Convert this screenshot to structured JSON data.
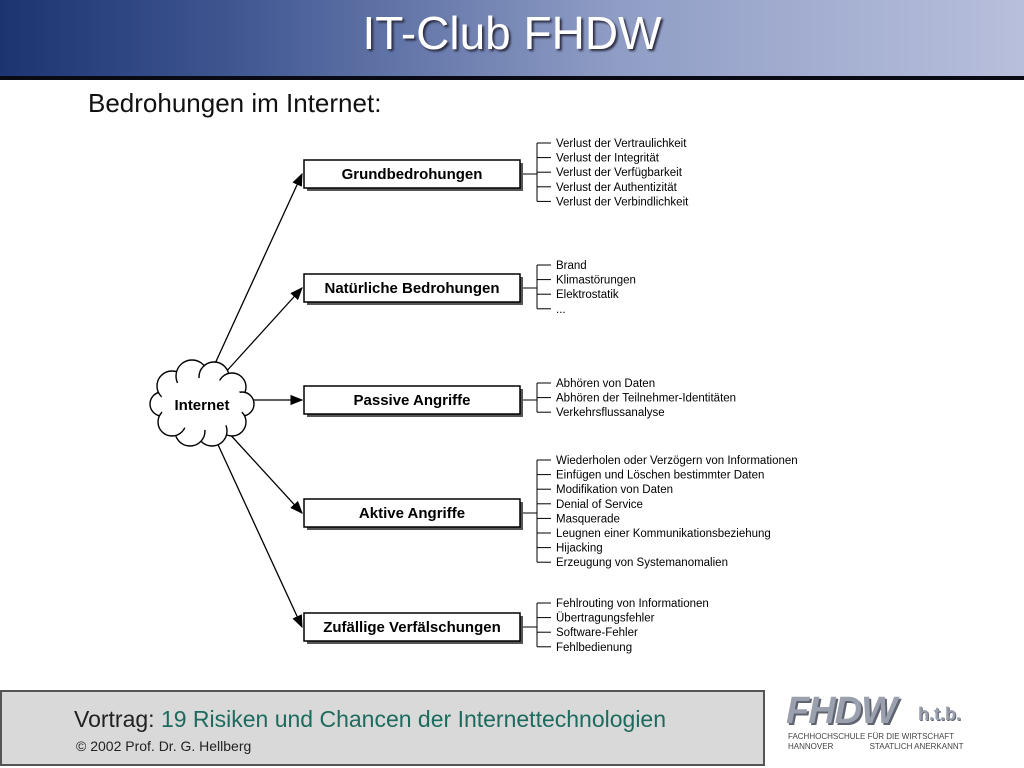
{
  "header": {
    "title": "IT-Club FHDW"
  },
  "subtitle": "Bedrohungen im Internet:",
  "diagram": {
    "center": "Internet",
    "categories": [
      {
        "label": "Grundbedrohungen",
        "items": [
          "Verlust der Vertraulichkeit",
          "Verlust der Integrität",
          "Verlust der Verfügbarkeit",
          "Verlust der Authentizität",
          "Verlust der Verbindlichkeit"
        ]
      },
      {
        "label": "Natürliche Bedrohungen",
        "items": [
          "Brand",
          "Klimastörungen",
          "Elektrostatik",
          "..."
        ]
      },
      {
        "label": "Passive Angriffe",
        "items": [
          "Abhören von Daten",
          "Abhören der Teilnehmer-Identitäten",
          "Verkehrsflussanalyse"
        ]
      },
      {
        "label": "Aktive Angriffe",
        "items": [
          "Wiederholen oder Verzögern von Informationen",
          "Einfügen und Löschen bestimmter Daten",
          "Modifikation von Daten",
          "Denial of Service",
          "Masquerade",
          "Leugnen einer Kommunikationsbeziehung",
          "Hijacking",
          "Erzeugung von Systemanomalien"
        ]
      },
      {
        "label": "Zufällige Verfälschungen",
        "items": [
          "Fehlrouting von Informationen",
          "Übertragungsfehler",
          "Software-Fehler",
          "Fehlbedienung"
        ]
      }
    ]
  },
  "footer": {
    "talk_label": "Vortrag:",
    "talk_title": "19 Risiken und Chancen der Internettechnologien",
    "copyright": "© 2002 Prof. Dr. G. Hellberg"
  },
  "logo": {
    "main": "FHDW",
    "suffix": "h.t.b.",
    "line1": "FACHHOCHSCHULE FÜR DIE WIRTSCHAFT",
    "line2_left": "HANNOVER",
    "line2_right": "STAATLICH ANERKANNT"
  }
}
